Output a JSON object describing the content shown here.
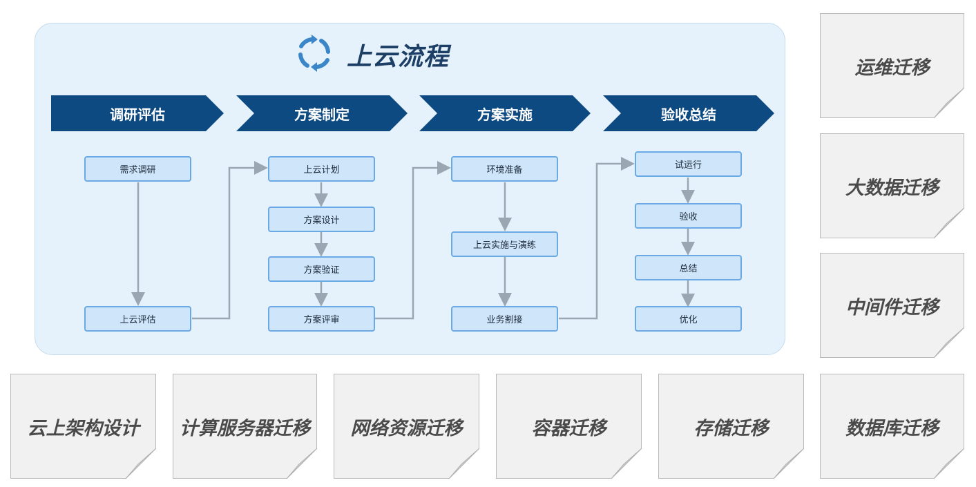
{
  "title": "上云流程",
  "phases": [
    "调研评估",
    "方案制定",
    "方案实施",
    "验收总结"
  ],
  "steps": {
    "col1": [
      "需求调研",
      "上云评估"
    ],
    "col2": [
      "上云计划",
      "方案设计",
      "方案验证",
      "方案评审"
    ],
    "col3": [
      "环境准备",
      "上云实施与演练",
      "业务割接"
    ],
    "col4": [
      "试运行",
      "验收",
      "总结",
      "优化"
    ]
  },
  "side_cards": [
    "运维迁移",
    "大数据迁移",
    "中间件迁移",
    "数据库迁移"
  ],
  "bottom_cards": [
    "云上架构设计",
    "计算服务器迁移",
    "网络资源迁移",
    "容器迁移",
    "存储迁移"
  ],
  "colors": {
    "panel": "#e6f2fb",
    "phase": "#0e4a82",
    "step_fill": "#cfe5fa",
    "step_border": "#6aa9e4",
    "connector": "#9aa6b2",
    "refresh_icon": "#3a86c8"
  }
}
